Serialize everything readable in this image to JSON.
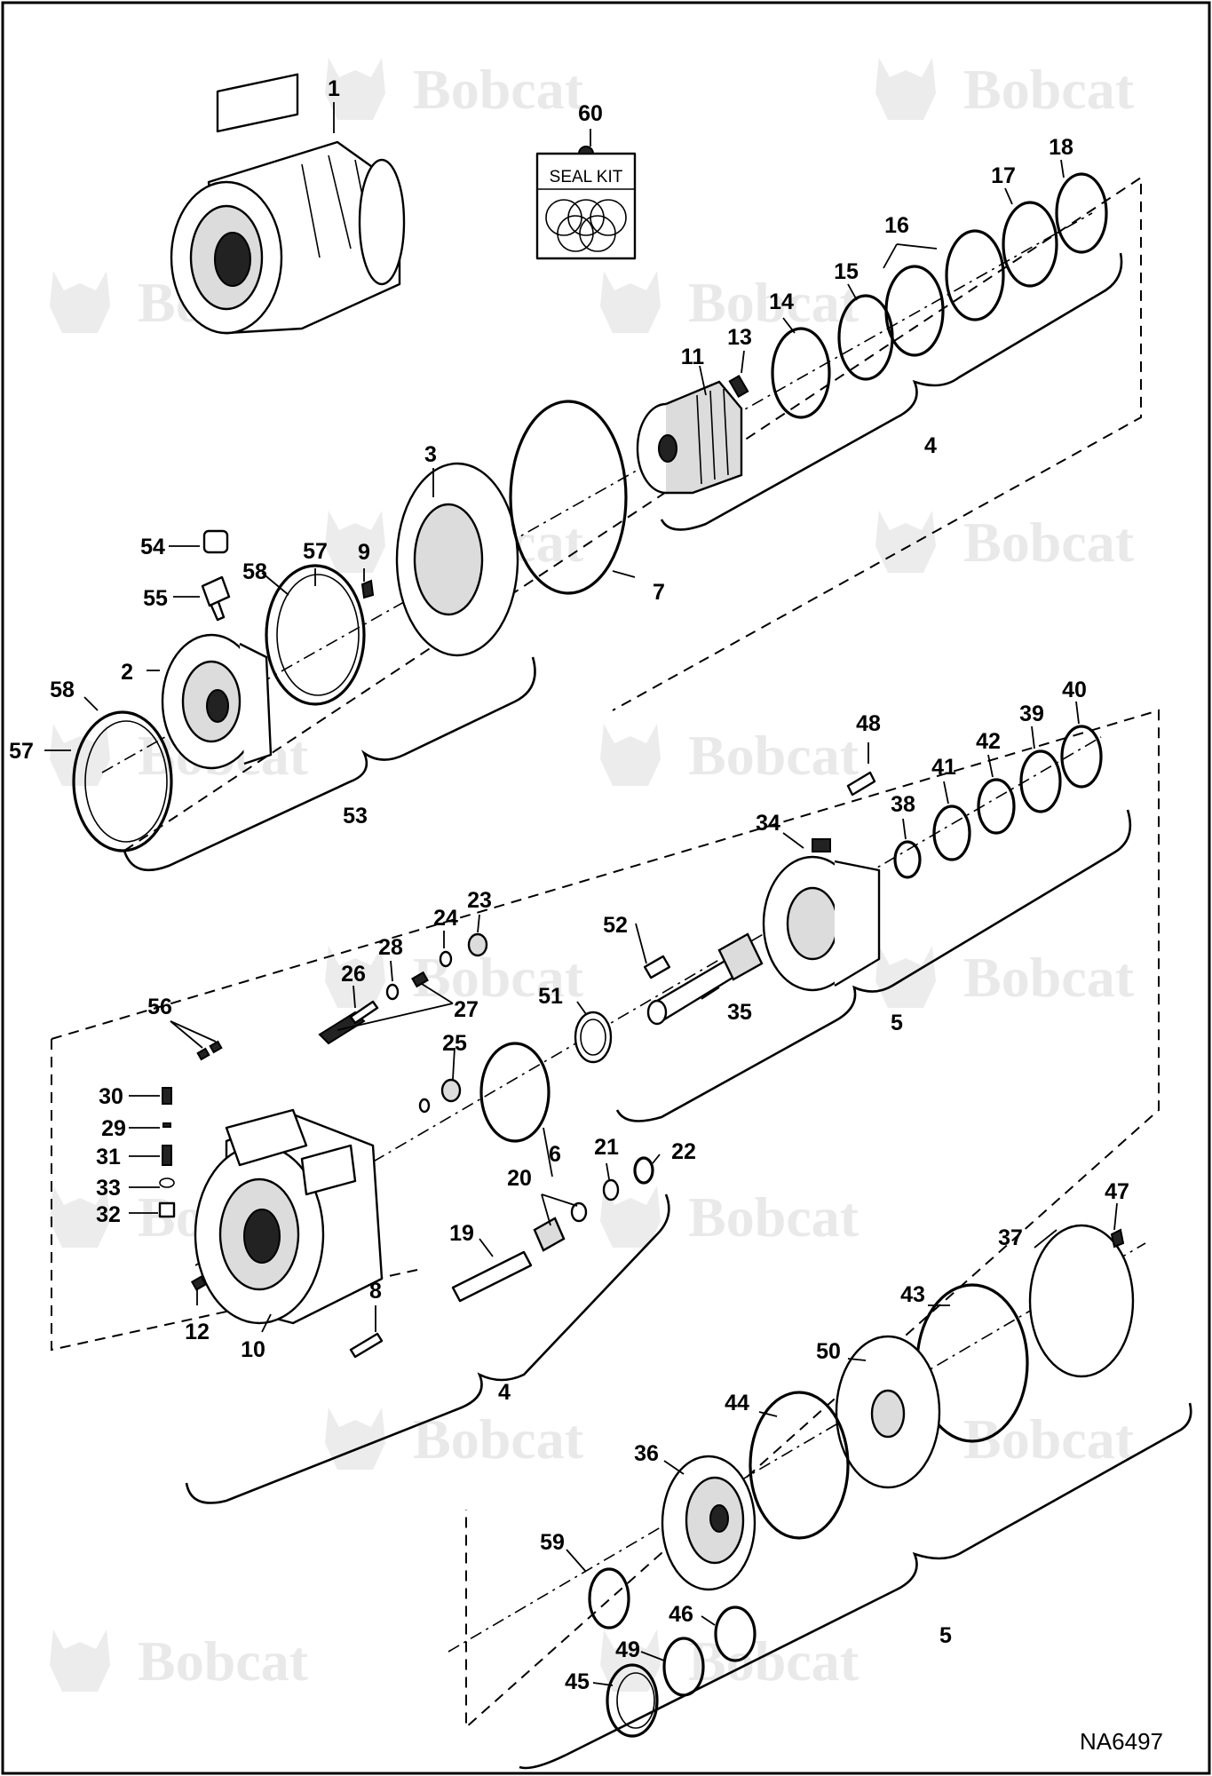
{
  "watermark": {
    "brand": "Bobcat"
  },
  "diagram_code": "NA6497",
  "seal_kit": {
    "number": "60",
    "label": "SEAL KIT"
  },
  "parts": {
    "p1": "1",
    "p2": "2",
    "p3": "3",
    "p4a": "4",
    "p4b": "4",
    "p5a": "5",
    "p5b": "5",
    "p6": "6",
    "p7": "7",
    "p8": "8",
    "p9": "9",
    "p10": "10",
    "p11": "11",
    "p12": "12",
    "p13": "13",
    "p14": "14",
    "p15": "15",
    "p16": "16",
    "p17": "17",
    "p18": "18",
    "p19": "19",
    "p20": "20",
    "p21": "21",
    "p22": "22",
    "p23": "23",
    "p24": "24",
    "p25": "25",
    "p26": "26",
    "p27": "27",
    "p28": "28",
    "p29": "29",
    "p30": "30",
    "p31": "31",
    "p32": "32",
    "p33": "33",
    "p34": "34",
    "p35": "35",
    "p36": "36",
    "p37": "37",
    "p38": "38",
    "p39": "39",
    "p40": "40",
    "p41": "41",
    "p42": "42",
    "p43": "43",
    "p44": "44",
    "p45": "45",
    "p46": "46",
    "p47": "47",
    "p48": "48",
    "p49": "49",
    "p50": "50",
    "p51": "51",
    "p52": "52",
    "p53": "53",
    "p54": "54",
    "p55": "55",
    "p56": "56",
    "p57a": "57",
    "p57b": "57",
    "p58a": "58",
    "p58b": "58",
    "p59": "59"
  }
}
